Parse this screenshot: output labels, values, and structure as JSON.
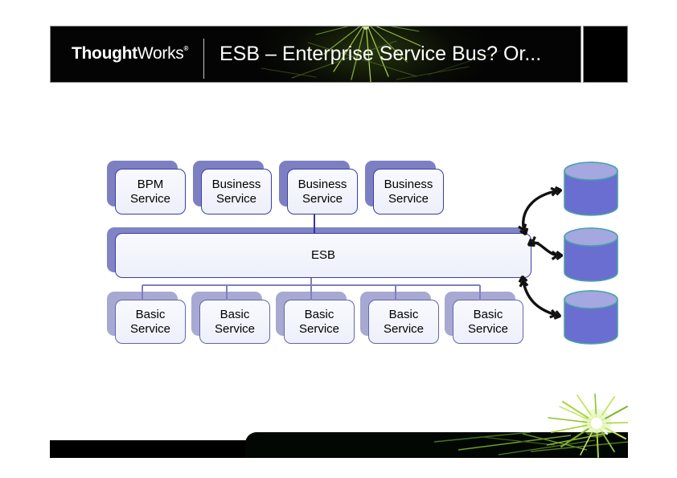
{
  "header": {
    "logo": {
      "bold": "Thought",
      "regular": "Works",
      "mark": "®"
    },
    "title": "ESB – Enterprise Service Bus? Or..."
  },
  "diagram": {
    "top_row": [
      {
        "label": "BPM\nService"
      },
      {
        "label": "Business\nService"
      },
      {
        "label": "Business\nService"
      },
      {
        "label": "Business\nService"
      }
    ],
    "esb": {
      "label": "ESB"
    },
    "bottom_row": [
      {
        "label": "Basic\nService"
      },
      {
        "label": "Basic\nService"
      },
      {
        "label": "Basic\nService"
      },
      {
        "label": "Basic\nService"
      },
      {
        "label": "Basic\nService"
      }
    ],
    "databases": {
      "icon": "database-cylinder",
      "count": 3
    },
    "colors": {
      "box_fill": "#f2f3fc",
      "box_border_top": "#3b3e9f",
      "box_border_bottom": "#6265ad",
      "shadow_top_row": "#7c80c3",
      "shadow_bottom_row": "#a7a9d2",
      "shadow_esb": "#8084c6",
      "connector": "#7e80bd",
      "cylinder_body": "#6a6ed0",
      "cylinder_top": "#a4a7e0",
      "cylinder_outline": "#49a3a6",
      "arrow": "#111111",
      "header_bg": "#000000",
      "sparkle_green": "#9cc244"
    }
  }
}
